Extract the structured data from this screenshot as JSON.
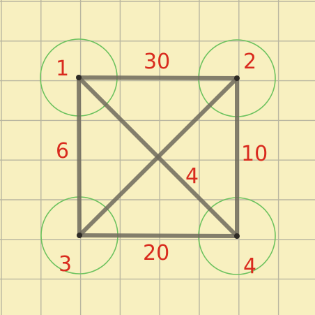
{
  "diagram": {
    "background_color": "#f8f0c0",
    "grid_color": "#b9b6a0",
    "circle_color": "#6cc25e",
    "edge_color": "#6f6a5c",
    "label_color": "#d92b1e",
    "nodes": [
      {
        "id": "1",
        "label": "1"
      },
      {
        "id": "2",
        "label": "2"
      },
      {
        "id": "3",
        "label": "3"
      },
      {
        "id": "4",
        "label": "4"
      }
    ],
    "edges": [
      {
        "from": "1",
        "to": "2",
        "weight": "30"
      },
      {
        "from": "1",
        "to": "3",
        "weight": "6"
      },
      {
        "from": "2",
        "to": "4",
        "weight": "10"
      },
      {
        "from": "3",
        "to": "4",
        "weight": "20"
      },
      {
        "from": "1",
        "to": "4",
        "weight": "4"
      },
      {
        "from": "2",
        "to": "3",
        "weight": ""
      }
    ]
  }
}
